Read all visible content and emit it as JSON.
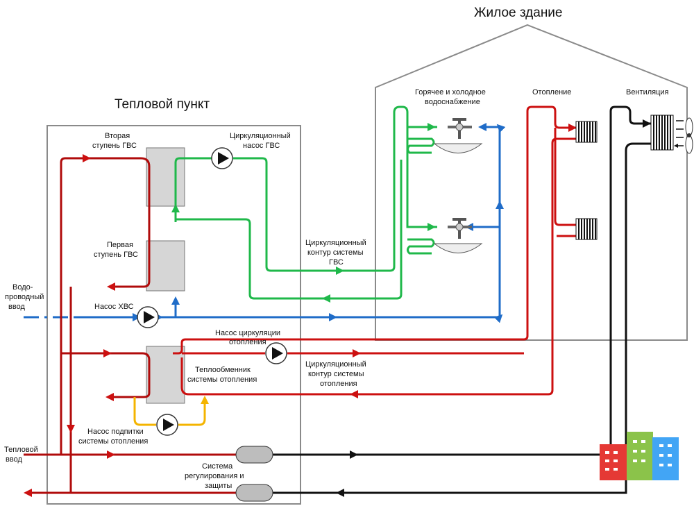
{
  "titles": {
    "building": "Жилое здание",
    "heat_point": "Тепловой пункт"
  },
  "labels": {
    "second_stage_l1": "Вторая",
    "second_stage_l2": "ступень ГВС",
    "first_stage_l1": "Первая",
    "first_stage_l2": "ступень ГВС",
    "circ_pump_dhw_l1": "Циркуляционный",
    "circ_pump_dhw_l2": "насос ГВС",
    "water_inlet_l1": "Водо-",
    "water_inlet_l2": "проводный",
    "water_inlet_l3": "ввод",
    "cold_pump": "Насос ХВС",
    "heat_circ_pump_l1": "Насос циркуляции",
    "heat_circ_pump_l2": "отопления",
    "hx_heating_l1": "Теплообменник",
    "hx_heating_l2": "системы отопления",
    "makeup_pump_l1": "Насос подпитки",
    "makeup_pump_l2": "системы отопления",
    "heat_inlet_l1": "Тепловой",
    "heat_inlet_l2": "ввод",
    "control_l1": "Система",
    "control_l2": "регулирования и",
    "control_l3": "защиты",
    "dhw_circuit_l1": "Циркуляционный",
    "dhw_circuit_l2": "контур системы",
    "dhw_circuit_l3": "ГВС",
    "heat_circuit_l1": "Циркуляционный",
    "heat_circuit_l2": "контур системы",
    "heat_circuit_l3": "отопления",
    "hot_cold_l1": "Горячее и холодное",
    "hot_cold_l2": "водоснабжение",
    "heating": "Отопление",
    "ventilation": "Вентиляция"
  },
  "colors": {
    "hot_supply": "#cc1010",
    "dhw": "#1fb84a",
    "cold_water": "#1f6cc8",
    "makeup": "#f4b400",
    "ventilation": "#111111",
    "wall": "#8a8a8a"
  }
}
